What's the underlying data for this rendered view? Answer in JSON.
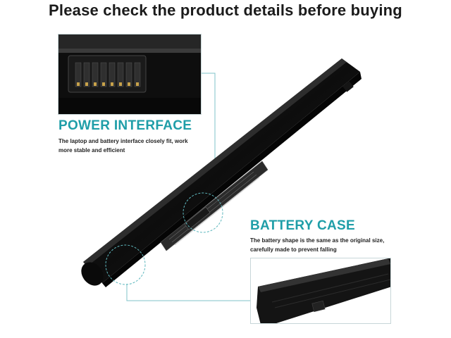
{
  "headline": "Please check the product details before buying",
  "power_interface": {
    "title": "POWER INTERFACE",
    "description_line1": "The laptop and battery interface closely fit, work",
    "description_line2": "more stable and efficient"
  },
  "battery_case": {
    "title": "BATTERY CASE",
    "description_line1": "The battery shape is the same as the original size,",
    "description_line2": "carefully made to prevent falling"
  },
  "colors": {
    "accent": "#1f9ea8",
    "battery_body": "#111111",
    "connector_lines": "#7fc3c8"
  }
}
